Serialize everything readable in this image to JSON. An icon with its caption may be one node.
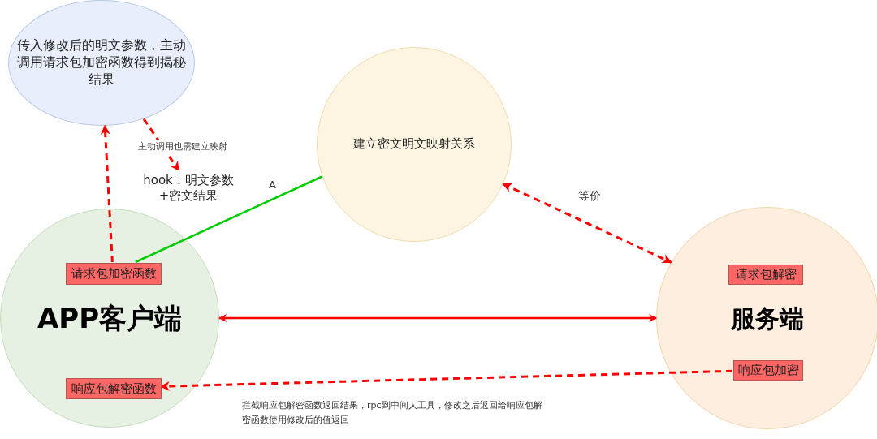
{
  "diagram": {
    "nodes": [
      {
        "text": [
          "传入修改后的明文参数，主动调用请求包加密函数得到揭秘结果"
        ]
      },
      {
        "text": [
          "建立密文明文映射关系"
        ]
      },
      {
        "text": [
          "APP客户端"
        ]
      },
      {
        "text": [
          "请求包加密函数"
        ],
        "in": 2
      },
      {
        "text": [
          "响应包解密函数"
        ],
        "in": 2
      },
      {
        "text": [
          "服务端"
        ]
      },
      {
        "text": [
          "请求包解密"
        ],
        "in": 5
      },
      {
        "text": [
          "响应包加密"
        ],
        "in": 5
      },
      {
        "text": [
          "hook：明文参数 +密文结果"
        ]
      }
    ],
    "edges": [
      {
        "from": 3,
        "to": 0,
        "arrow": "to",
        "style": "dashed"
      },
      {
        "from": 0,
        "to": 8,
        "arrow": "to",
        "style": "dashed",
        "label": "主动调用也需建立映射"
      },
      {
        "from": 3,
        "to": 1,
        "arrow": "none",
        "color": "#00cc00",
        "label": "A"
      },
      {
        "from": 1,
        "to": 5,
        "arrow": "both",
        "style": "dashed",
        "label": "等价"
      },
      {
        "from": 2,
        "to": 5,
        "arrow": "both"
      },
      {
        "from": 7,
        "to": 4,
        "arrow": "to",
        "style": "dashed",
        "label": "拦截响应包解密函数返回结果，rpc到中间人工具，修改之后返回给响应包解密函数使用修改后的值返回"
      }
    ]
  }
}
